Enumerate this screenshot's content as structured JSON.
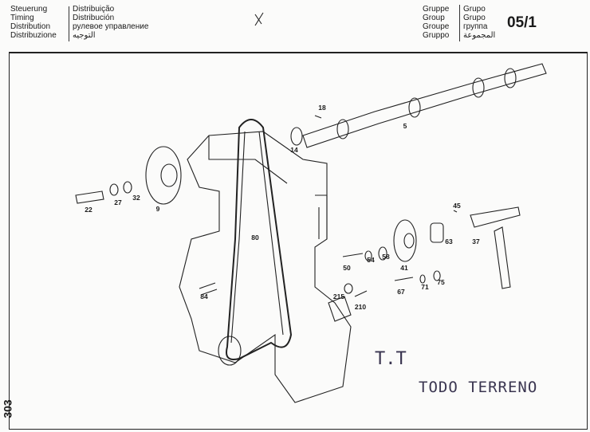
{
  "header": {
    "left_col": [
      "Steuerung",
      "Timing",
      "Distribution",
      "Distribuzione"
    ],
    "right_col": [
      "Distribuição",
      "Distribución",
      "рулевое управление",
      "التوجيه"
    ],
    "group_left": [
      "Gruppe",
      "Group",
      "Groupe",
      "Gruppo"
    ],
    "group_right": [
      "Grupo",
      "Grupo",
      "группа",
      "المجموعة"
    ],
    "group_number": "05/1"
  },
  "parts": [
    "18",
    "14",
    "5",
    "22",
    "27",
    "32",
    "9",
    "45",
    "80",
    "50",
    "54",
    "58",
    "41",
    "63",
    "37",
    "67",
    "71",
    "75",
    "215",
    "210",
    "84"
  ],
  "stamp": {
    "line1": "T.T",
    "line2": "TODO TERRENO"
  },
  "page_number": "303"
}
